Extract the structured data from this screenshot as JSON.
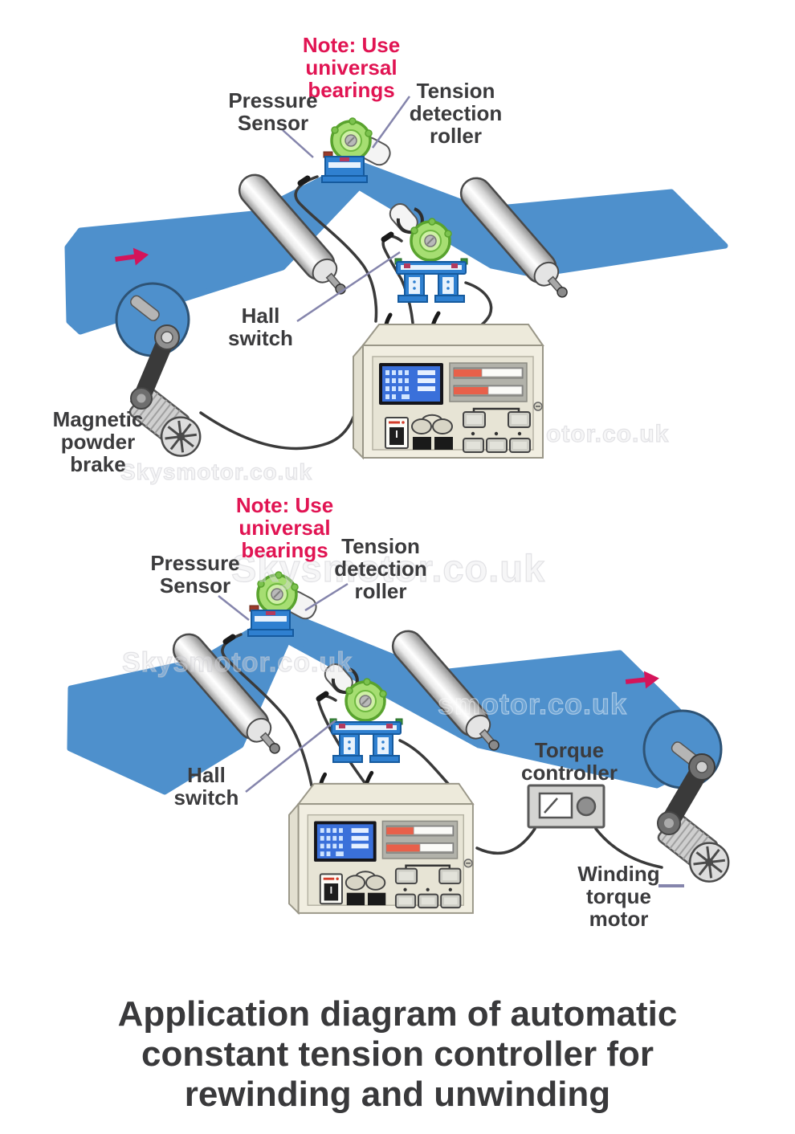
{
  "colors": {
    "web_blue": "#4E90CC",
    "arrow_pink": "#D4145A",
    "note_red": "#E11453",
    "label_dark": "#3B3B3D",
    "bracket_blue": "#2F80D0",
    "bearing_green": "#A6DE72",
    "controller_beige": "#F1EEE1",
    "slider_red": "#E8604A"
  },
  "watermarks": {
    "wm1": "Skysmotor.co.uk",
    "wm1_partial": "otor.co.uk",
    "wm2": "Skysmotor.co.uk",
    "wm3": "Skysmotor.co.uk",
    "wm4": "smotor.co.uk"
  },
  "diagram_top": {
    "note_lines": [
      "Note: Use",
      "universal",
      "bearings"
    ],
    "pressure_sensor_lines": [
      "Pressure",
      "Sensor"
    ],
    "tension_roller_lines": [
      "Tension",
      "detection",
      "roller"
    ],
    "hall_switch_lines": [
      "Hall",
      "switch"
    ],
    "brake_lines": [
      "Magnetic",
      "powder",
      "brake"
    ]
  },
  "diagram_bottom": {
    "note_lines": [
      "Note: Use",
      "universal",
      "bearings"
    ],
    "pressure_sensor_lines": [
      "Pressure",
      "Sensor"
    ],
    "tension_roller_lines": [
      "Tension",
      "detection",
      "roller"
    ],
    "hall_switch_lines": [
      "Hall",
      "switch"
    ],
    "torque_controller_lines": [
      "Torque",
      "controller"
    ],
    "winding_motor_lines": [
      "Winding",
      "torque",
      "motor"
    ]
  },
  "title_lines": [
    "Application diagram of automatic",
    "constant tension controller for",
    "rewinding and unwinding"
  ]
}
